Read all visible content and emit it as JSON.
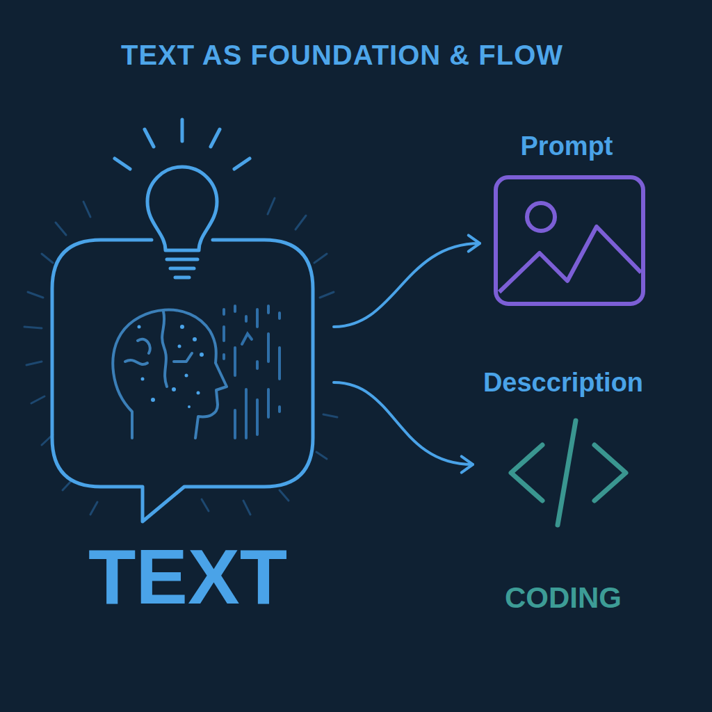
{
  "diagram": {
    "title": "TEXT AS FOUNDATION & FLOW",
    "nodes": [
      {
        "text": [
          "TEXT"
        ]
      },
      {
        "text": [
          "Prompt"
        ]
      },
      {
        "text": [
          "Desccription",
          "CODING"
        ]
      }
    ],
    "edges": [
      {
        "from": 0,
        "to": 1,
        "arrow": "to"
      },
      {
        "from": 0,
        "to": 2,
        "arrow": "to"
      }
    ]
  }
}
